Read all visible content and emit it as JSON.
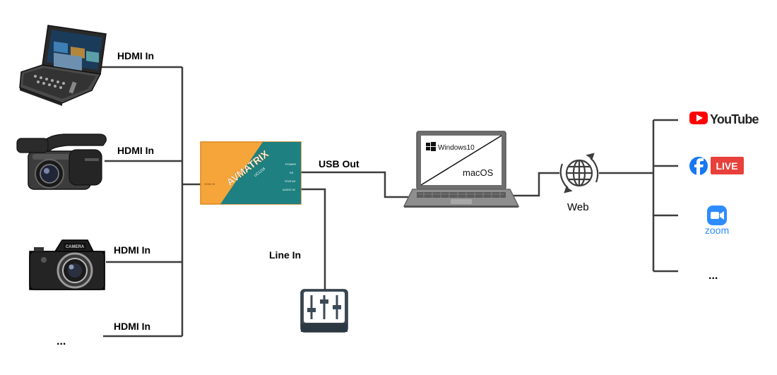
{
  "inputs": {
    "label_switcher": "HDMI In",
    "label_camcorder": "HDMI In",
    "label_camera": "HDMI In",
    "label_more": "HDMI In",
    "more_ellipsis": "..."
  },
  "device": {
    "brand": "AVMATRIX",
    "model": "UC1218",
    "port_hdmi": "HDMI IN",
    "port_power": "POWER",
    "port_usb": "SS",
    "port_status": "STATUS",
    "port_audio": "AUDIO IN",
    "usb_out_label": "USB Out",
    "line_in_label": "Line In"
  },
  "computer": {
    "os_windows": "Windows10",
    "os_mac": "macOS"
  },
  "network": {
    "web_label": "Web"
  },
  "platforms": {
    "youtube": "YouTube",
    "facebook_live": "LIVE",
    "zoom": "zoom",
    "more_ellipsis": "..."
  },
  "colors": {
    "line": "#3c3c3c",
    "device_orange": "#f6a53a",
    "device_teal": "#1e8080",
    "youtube_red": "#ff0000",
    "facebook_blue": "#1877f2",
    "live_red": "#e8403a",
    "zoom_blue": "#2d8cff"
  },
  "icons": {
    "switcher": "video-switcher-icon",
    "camcorder": "camcorder-icon",
    "camera": "camera-icon",
    "mixer": "audio-mixer-icon",
    "laptop": "laptop-icon",
    "web": "globe-icon",
    "youtube": "youtube-icon",
    "facebook": "facebook-icon",
    "zoom": "zoom-icon"
  }
}
